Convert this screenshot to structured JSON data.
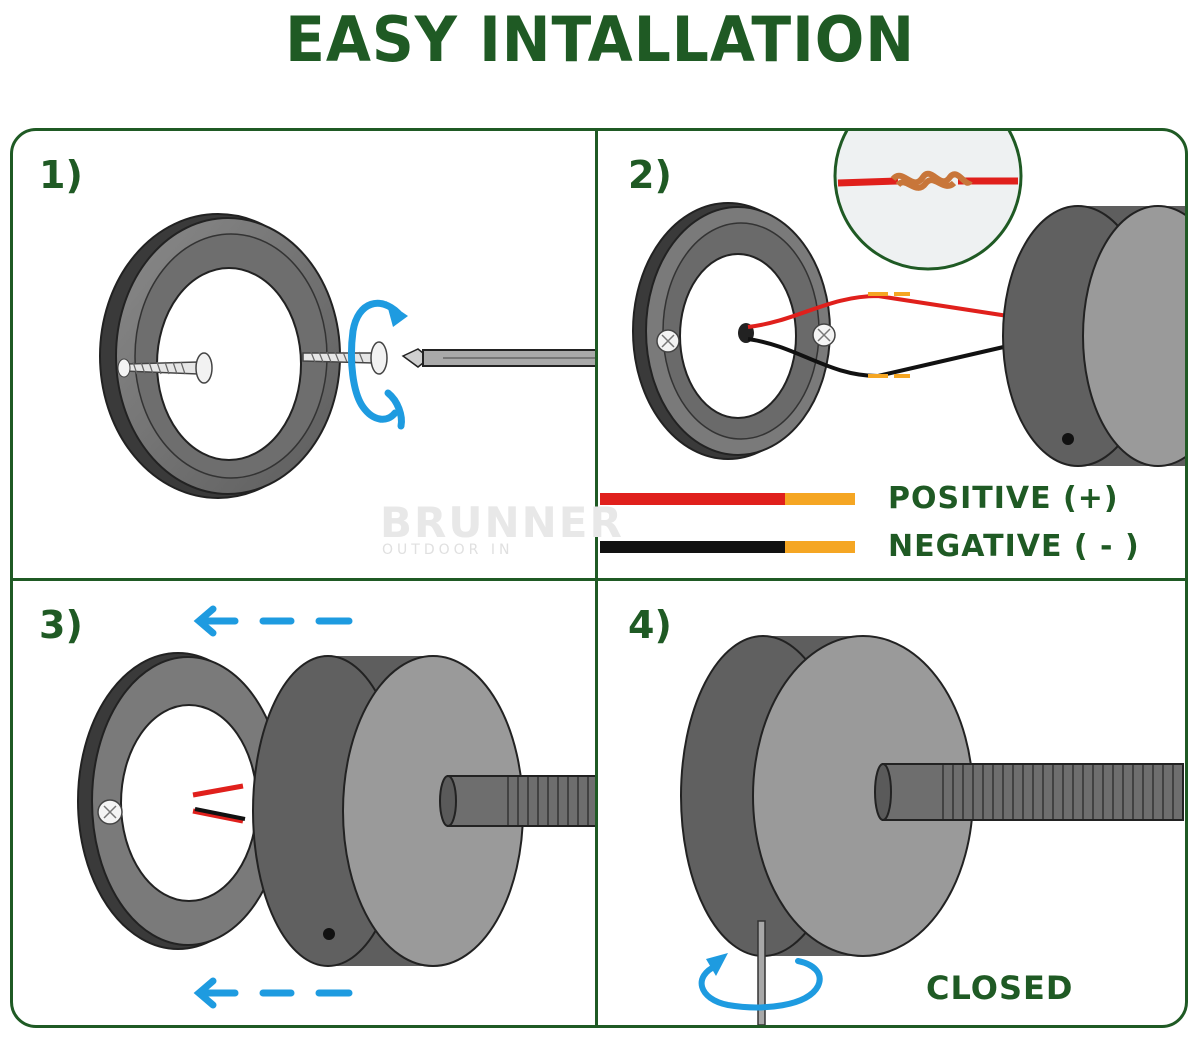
{
  "title": "EASY INTALLATION",
  "steps": [
    {
      "label": "1)"
    },
    {
      "label": "2)"
    },
    {
      "label": "3)"
    },
    {
      "label": "4)"
    }
  ],
  "legend": {
    "positive": "POSITIVE (+)",
    "negative": "NEGATIVE ( - )"
  },
  "closed_label": "CLOSED",
  "watermark": {
    "brand": "BRUNNER",
    "tagline": "OUTDOOR IN"
  },
  "colors": {
    "brand_green": "#1f5a24",
    "arrow_blue": "#1e9be0",
    "wire_red": "#e0201c",
    "wire_black": "#111111",
    "wire_tip": "#f5a623",
    "copper": "#c8763a"
  }
}
